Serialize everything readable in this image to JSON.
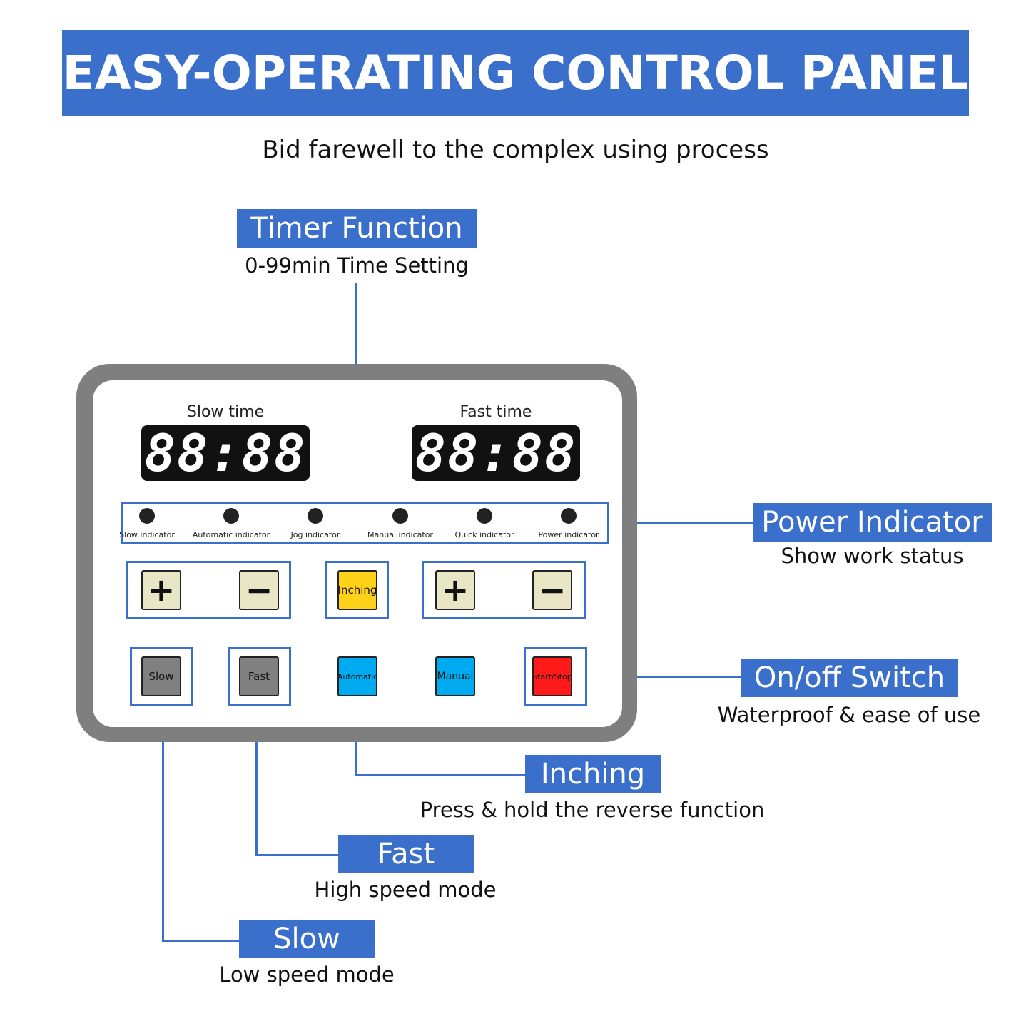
{
  "header": {
    "title": "EASY-OPERATING CONTROL PANEL",
    "subtitle": "Bid farewell to the complex using process"
  },
  "callouts": {
    "timer": {
      "label": "Timer Function",
      "desc": "0-99min Time Setting"
    },
    "power": {
      "label": "Power Indicator",
      "desc": "Show work status"
    },
    "onoff": {
      "label": "On/off Switch",
      "desc": "Waterproof & ease of use"
    },
    "inching": {
      "label": "Inching",
      "desc": "Press & hold the reverse function"
    },
    "fast": {
      "label": "Fast",
      "desc": "High speed mode"
    },
    "slow": {
      "label": "Slow",
      "desc": "Low speed mode"
    }
  },
  "panel": {
    "displays": {
      "slow": {
        "label": "Slow time",
        "digits": "88:88"
      },
      "fast": {
        "label": "Fast time",
        "digits": "88:88"
      }
    },
    "indicators": [
      "Slow indicator",
      "Automatic indicator",
      "Jog indicator",
      "Manual indicator",
      "Quick indicator",
      "Power indicator"
    ],
    "buttons": {
      "slow_plus": "+",
      "slow_minus": "−",
      "inching": "Inching",
      "fast_plus": "+",
      "fast_minus": "−",
      "slow": "Slow",
      "fast": "Fast",
      "automatic": "Automatic",
      "manual": "Manual",
      "start_stop": "Start/Stop"
    }
  },
  "colors": {
    "accent": "#3b6fcc",
    "panel_frame": "#7f7f7f",
    "inching_button": "#ffd21a",
    "blue_buttons": "#00aaee",
    "start_stop_button": "#ff1a1a",
    "grey_buttons": "#808080",
    "plus_minus_buttons": "#e8e6c4"
  }
}
